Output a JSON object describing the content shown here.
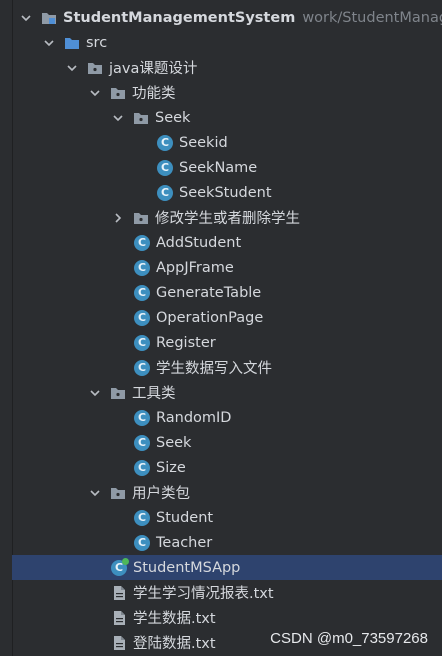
{
  "tree": {
    "project": {
      "name": "StudentManagementSystem",
      "path": "work/StudentManag"
    },
    "src": "src",
    "pkg_root": "java课题设计",
    "pkg_func": "功能类",
    "pkg_seek": "Seek",
    "seek_items": [
      "Seekid",
      "SeekName",
      "SeekStudent"
    ],
    "pkg_modify": "修改学生或者删除学生",
    "func_items": [
      "AddStudent",
      "AppJFrame",
      "GenerateTable",
      "OperationPage",
      "Register",
      "学生数据写入文件"
    ],
    "pkg_tools": "工具类",
    "tool_items": [
      "RandomID",
      "Seek",
      "Size"
    ],
    "pkg_user": "用户类包",
    "user_items": [
      "Student",
      "Teacher"
    ],
    "main_class": "StudentMSApp",
    "files": [
      "学生学习情况报表.txt",
      "学生数据.txt",
      "登陆数据.txt"
    ]
  },
  "class_glyph": "C",
  "watermark": "CSDN @m0_73597268",
  "colors": {
    "background": "#2b2d30",
    "selection": "#2e436e",
    "class_icon": "#3d8fbf",
    "folder": "#8f9aa6",
    "source_folder": "#4f8fd6"
  }
}
